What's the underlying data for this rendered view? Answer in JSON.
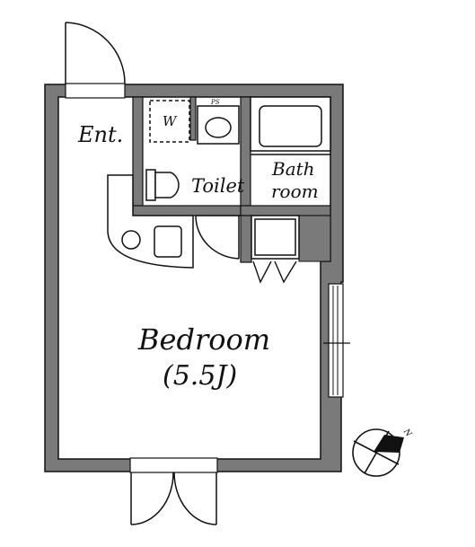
{
  "rooms": {
    "entrance": "Ent.",
    "washer": "W",
    "pipe_space": "PS",
    "toilet": "Toilet",
    "bath_line1": "Bath",
    "bath_line2": "room",
    "bedroom_name": "Bedroom",
    "bedroom_size": "(5.5J)"
  },
  "compass": {
    "north_label": "N"
  },
  "colors": {
    "wall": "#7a7a7a",
    "line": "#111111",
    "fill": "#ffffff",
    "shaft": "#7a7a7a"
  }
}
